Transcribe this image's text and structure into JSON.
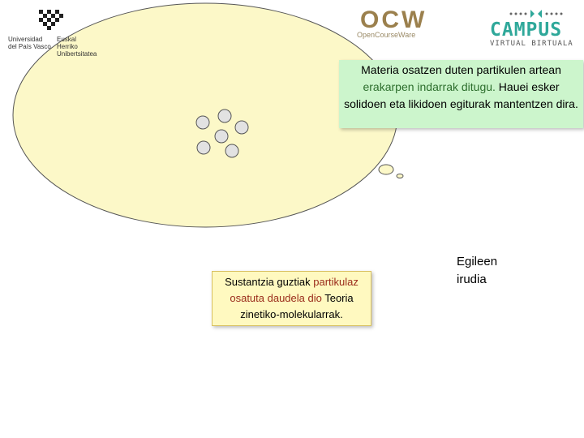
{
  "logos": {
    "ehu_left": [
      "Universidad",
      "del País Vasco"
    ],
    "ehu_right": [
      "Euskal Herriko",
      "Unibertsitatea"
    ],
    "ocw_title": "OCW",
    "ocw_subtitle": "OpenCourseWare",
    "campus_title": "CAMPUS",
    "campus_subtitle": "VIRTUAL BIRTUALA"
  },
  "notes": {
    "top": {
      "part1": "Materia osatzen duten partikulen artean",
      "part2": "erakarpen indarrak ditugu.",
      "part3": " Hauei esker solidoen eta likidoen egiturak mantentzen dira."
    },
    "bottom": {
      "part1": "Sustantzia guztiak ",
      "part2": "partikulaz",
      "part3": " osatuta daudela dio",
      "part4": " Teoria zinetiko-molekularrak."
    }
  },
  "credit": "Egileen irudia",
  "colors": {
    "bubble_fill": "#fcf8c8",
    "note_top_bg": "#ccf5cc",
    "note_bottom_bg": "#fff9c0",
    "particle_fill": "#e2e2e2",
    "highlight_green": "#2d6e2d",
    "highlight_red": "#9a2b1a"
  }
}
